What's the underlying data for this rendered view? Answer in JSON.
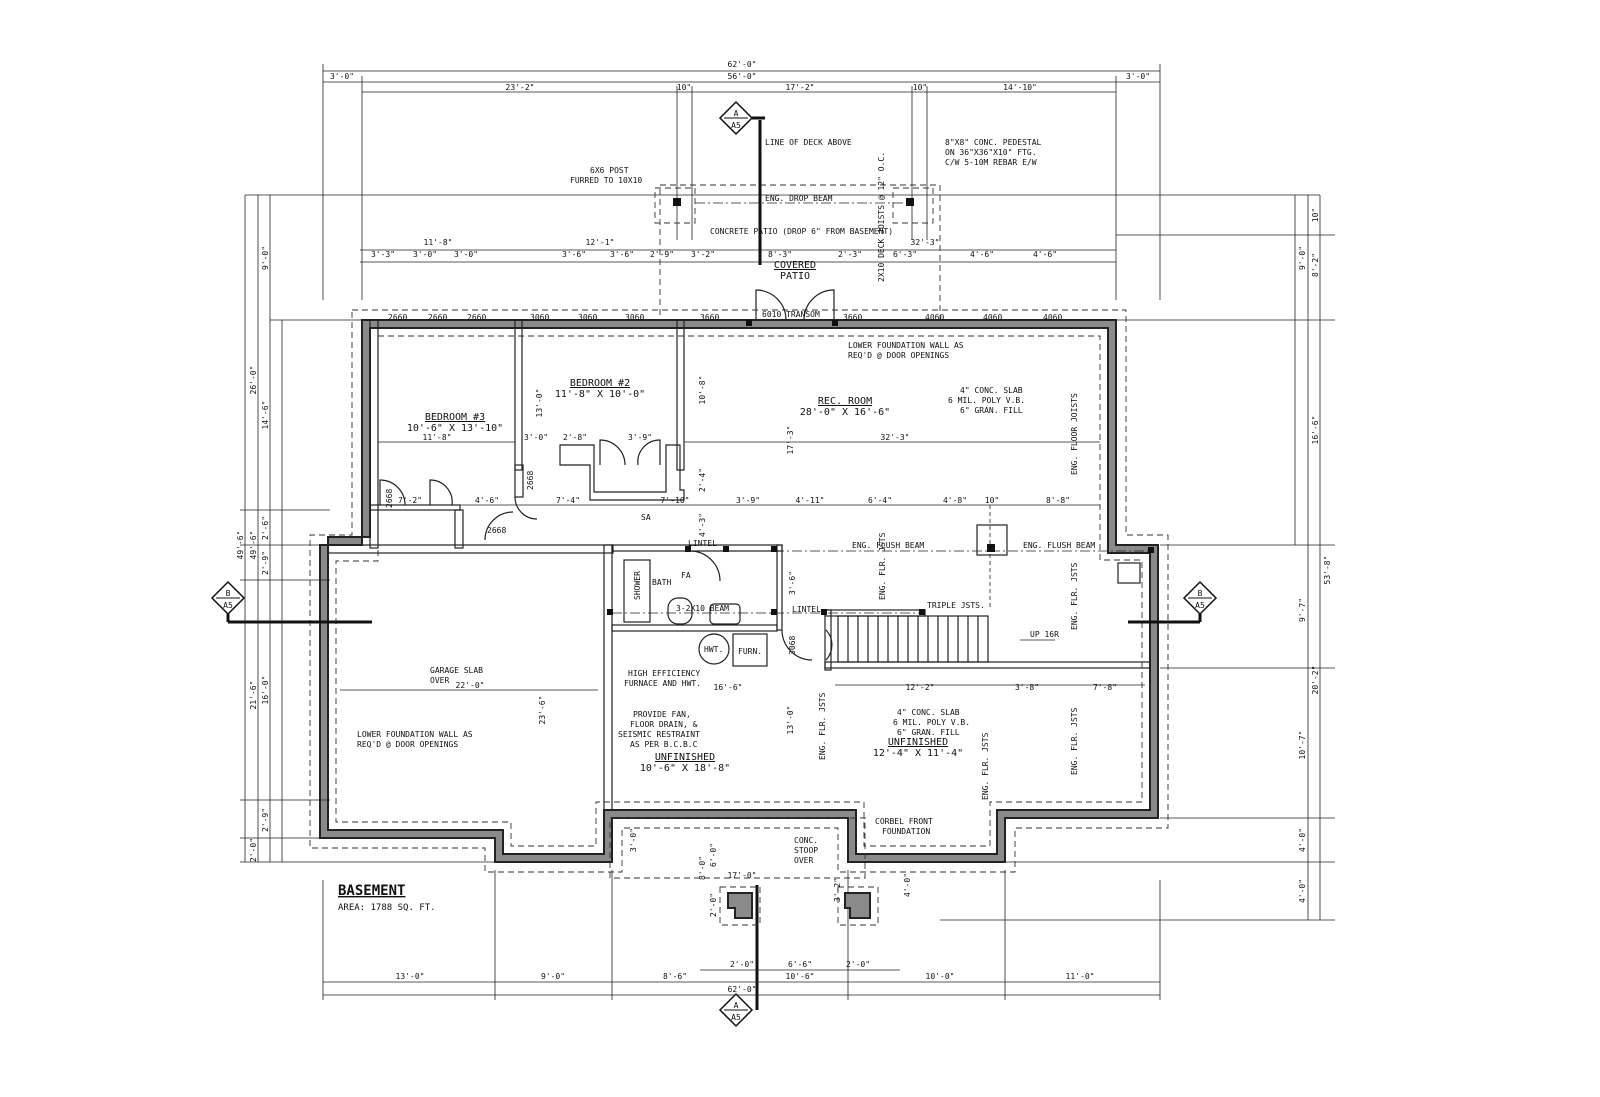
{
  "title": {
    "main": "BASEMENT",
    "area": "AREA: 1788 SQ. FT."
  },
  "rooms": {
    "bedroom3": {
      "name": "BEDROOM #3",
      "size": "10'-6\" X 13'-10\""
    },
    "bedroom2": {
      "name": "BEDROOM #2",
      "size": "11'-8\" X 10'-0\""
    },
    "rec": {
      "name": "REC. ROOM",
      "size": "28'-0\" X 16'-6\""
    },
    "covered": {
      "line1": "COVERED",
      "line2": "PATIO"
    },
    "bath": "BATH",
    "shower": "SHOWER",
    "unfin1": {
      "name": "UNFINISHED",
      "size": "10'-6\" X 18'-8\""
    },
    "unfin2": {
      "name": "UNFINISHED",
      "size": "12'-4\" X 11'-4\""
    },
    "furn": "FURN.",
    "hwt": "HWT."
  },
  "notes": {
    "deck": "LINE OF DECK ABOVE",
    "post1": "6X6 POST",
    "post2": "FURRED TO 10X10",
    "ped1": "8\"X8\" CONC. PEDESTAL",
    "ped2": "ON 36\"X36\"X10\" FTG.",
    "ped3": "C/W 5-10M REBAR E/W",
    "dropbeam": "ENG. DROP BEAM",
    "patio": "CONCRETE PATIO (DROP 6\" FROM BASEMENT)",
    "joists": "2X10 DECK JOISTS @ 12\" O.C.",
    "lfw1": "LOWER FOUNDATION WALL AS",
    "lfw2": "REQ'D @ DOOR OPENINGS",
    "slab1": "4\" CONC. SLAB",
    "slab2": "6 MIL. POLY V.B.",
    "slab3": "6\" GRAN. FILL",
    "floorjoists": "ENG. FLOOR JOISTS",
    "flush1": "ENG. FLUSH BEAM",
    "flush2": "ENG. FLUSH BEAM",
    "lintel": "LINTEL",
    "lintel2": "LINTEL",
    "beam3": "3-2X10 BEAM",
    "triple": "TRIPLE JSTS.",
    "up": "UP 16R",
    "garage1": "GARAGE SLAB",
    "garage2": "OVER",
    "furnace1": "HIGH EFFICIENCY",
    "furnace2": "FURNACE AND HWT.",
    "fan1": "PROVIDE FAN,",
    "fan2": "FLOOR DRAIN, &",
    "fan3": "SEISMIC RESTRAINT",
    "fan4": "AS PER B.C.B.C",
    "flrjsts": "ENG. FLR. JSTS",
    "corbel1": "CORBEL FRONT",
    "corbel2": "FOUNDATION",
    "stoop1": "CONC.",
    "stoop2": "STOOP",
    "stoop3": "OVER",
    "fa": "FA",
    "sa": "SA"
  },
  "sections": {
    "letter_a": "A",
    "letter_b": "B",
    "sheet": "A5"
  },
  "doors": {
    "d2668": "2668",
    "d2660": "2660",
    "d3060": "3060",
    "d3660": "3660",
    "d4060": "4060",
    "d6010": "6010 TRANSOM",
    "d3068": "3068"
  },
  "dims": {
    "top_total": "62'-0\"",
    "top_inner": "56'-0\"",
    "top_l": "3'-0\"",
    "top_r": "3'-0\"",
    "t1": "23'-2\"",
    "t2": "10\"",
    "t3": "17'-2\"",
    "t4": "10\"",
    "t5": "14'-10\"",
    "r1a": "11'-8\"",
    "r1b": "12'-1\"",
    "r1c": "8'-3\"",
    "r1d": "32'-3\"",
    "r2": [
      "3'-3\"",
      "3'-0\"",
      "3'-0\"",
      "3'-6\"",
      "3'-6\"",
      "2'-9\"",
      "3'-2\"",
      "2'-3\"",
      "6'-3\"",
      "4'-6\"",
      "4'-6\""
    ],
    "b_total": "62'-0\"",
    "b1": "13'-0\"",
    "b2": "9'-0\"",
    "b3": "8'-6\"",
    "b4": "10'-0\"",
    "b5": "11'-0\"",
    "b6": "2'-0\"",
    "b7": "6'-6\"",
    "b8": "2'-0\"",
    "b9": "10'-6\"",
    "b10": "17'-0\"",
    "l_total": "49'-6\"",
    "l_2": "49'-6\"",
    "l1": "9'-0\"",
    "l2": "26'-0\"",
    "l3": "14'-6\"",
    "l4": "2'-6\"",
    "l5": "2'-9\"",
    "l6": "16'-0\"",
    "l7": "21'-6\"",
    "l8": "2'-9\"",
    "l9": "2'-0\"",
    "r_total": "53'-8\"",
    "rr1": "10\"",
    "rr2": "8'-2\"",
    "rr3": "9'-0\"",
    "rr4": "16'-6\"",
    "rr5": "9'-7\"",
    "rr6": "20'-2\"",
    "rr7": "10'-7\"",
    "rr8": "4'-0\"",
    "rr9": "4'-0\"",
    "i_118": "11'-8\"",
    "i_323": "32'-3\"",
    "i_30": "3'-0\"",
    "i_28": "2'-8\"",
    "i_39": "3'-9\"",
    "i_133": "13'-0\"",
    "i_108": "10'-8\"",
    "i_173": "17'-3\"",
    "i_24": "2'-4\"",
    "i_72": "7'-2\"",
    "i_46": "4'-6\"",
    "i_74": "7'-4\"",
    "i_710": "7'-10\"",
    "i_39b": "3'-9\"",
    "i_411": "4'-11\"",
    "i_64": "6'-4\"",
    "i_48": "4'-8\"",
    "i_10": "10\"",
    "i_88": "8'-8\"",
    "i_43": "4'-3\"",
    "i_220": "22'-0\"",
    "i_236": "23'-6\"",
    "i_166": "16'-6\"",
    "i_122": "12'-2\"",
    "i_38": "3'-8\"",
    "i_78": "7'-8\"",
    "i_130": "13'-0\"",
    "i_36": "3'-6\"",
    "i_30b": "3'-0\"",
    "i_80": "8'-0\"",
    "i_60": "6'-0\"",
    "i_32": "3'-2\"",
    "i_20": "2'-0\"",
    "i_40": "4'-0\""
  }
}
